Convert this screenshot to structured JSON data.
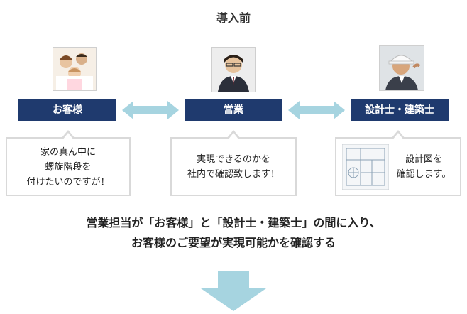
{
  "title": "導入前",
  "roles": [
    {
      "label": "お客様",
      "photo": "family-photo"
    },
    {
      "label": "営業",
      "photo": "salesman-photo"
    },
    {
      "label": "設計士・建築士",
      "photo": "architect-photo"
    }
  ],
  "bubbles": [
    {
      "lines": [
        "家の真ん中に",
        "螺旋階段を",
        "付けたいのですが！"
      ]
    },
    {
      "lines": [
        "実現できるのかを",
        "社内で確認致します！"
      ]
    },
    {
      "lines": [
        "設計図を",
        "確認します。"
      ],
      "icon": "blueprint-icon"
    }
  ],
  "summary": {
    "line1": "営業担当が「お客様」と「設計士・建築士」の間に入り、",
    "line2": "お客様のご要望が実現可能かを確認する"
  },
  "colors": {
    "role_bg": "#1f3a6e",
    "arrow": "#a6d4e0",
    "bubble_border": "#d9d9d9"
  }
}
